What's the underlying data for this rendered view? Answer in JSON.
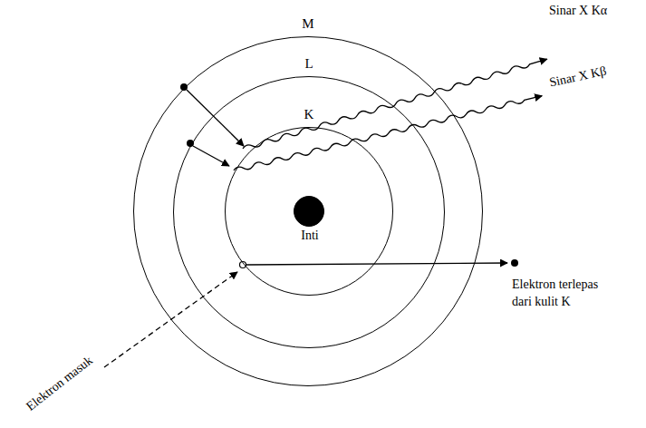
{
  "diagram": {
    "nodes": [
      {
        "text": [
          "M"
        ]
      },
      {
        "text": [
          "L"
        ],
        "in": 0
      },
      {
        "text": [
          "K"
        ],
        "in": 1
      },
      {
        "text": [
          "Inti"
        ],
        "in": 2
      }
    ],
    "labels": [
      "Sinar X Kα",
      "Sinar X Kβ",
      "Elektron terlepas dari kulit K",
      "Elektron masuk"
    ]
  }
}
